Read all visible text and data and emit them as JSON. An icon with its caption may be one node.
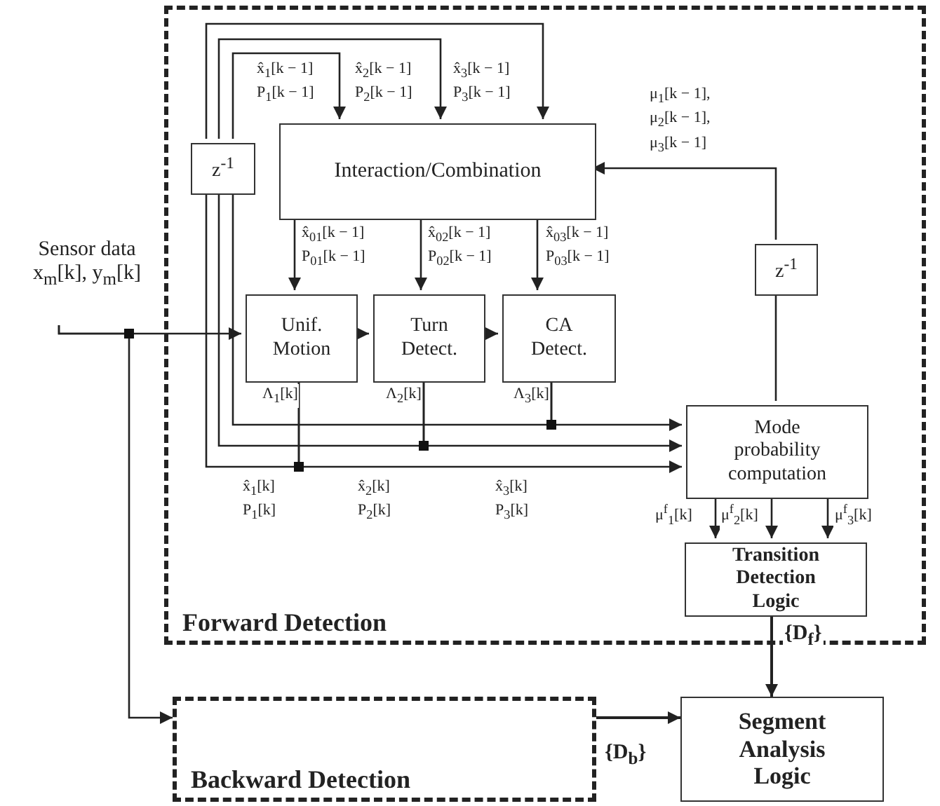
{
  "diagram": {
    "nodes": [
      {
        "text": [
          "Forward Detection"
        ]
      },
      {
        "text": [
          "z$^{-1}$"
        ],
        "in": 0
      },
      {
        "text": [
          "Interaction/Combination"
        ],
        "in": 0
      },
      {
        "text": [
          "Unif. Motion"
        ],
        "in": 0
      },
      {
        "text": [
          "Turn Detect."
        ],
        "in": 0
      },
      {
        "text": [
          "CA Detect."
        ],
        "in": 0
      },
      {
        "text": [
          "z$^{-1}$"
        ],
        "in": 0
      },
      {
        "text": [
          "Mode probability computation"
        ],
        "in": 0
      },
      {
        "text": [
          "Transition Detection Logic"
        ],
        "in": 0
      },
      {
        "text": [
          "Backward Detection"
        ]
      },
      {
        "text": [
          "Segment Analysis Logic"
        ]
      },
      {
        "text": [
          "Sensor data",
          "x$_{m}$[k], y$_{m}$[k]"
        ]
      }
    ],
    "edges": [
      {
        "from": 11,
        "to": 3,
        "arrow": "to"
      },
      {
        "from": 11,
        "to": 9,
        "arrow": "to"
      },
      {
        "from": 1,
        "to": 2,
        "arrow": "to",
        "label": "x̂$_{1}$[k − 1] P$_{1}$[k − 1]"
      },
      {
        "from": 1,
        "to": 2,
        "arrow": "to",
        "label": "x̂$_{2}$[k − 1] P$_{2}$[k − 1]"
      },
      {
        "from": 1,
        "to": 2,
        "arrow": "to",
        "label": "x̂$_{3}$[k − 1] P$_{3}$[k − 1]"
      },
      {
        "from": 2,
        "to": 3,
        "arrow": "to",
        "label": "x̂$_{01}$[k − 1] P$_{01}$[k − 1]"
      },
      {
        "from": 2,
        "to": 4,
        "arrow": "to",
        "label": "x̂$_{02}$[k − 1] P$_{02}$[k − 1]"
      },
      {
        "from": 2,
        "to": 5,
        "arrow": "to",
        "label": "x̂$_{03}$[k − 1] P$_{03}$[k − 1]"
      },
      {
        "from": 3,
        "to": 4,
        "arrow": "to"
      },
      {
        "from": 4,
        "to": 5,
        "arrow": "to"
      },
      {
        "from": 3,
        "to": 7,
        "arrow": "to",
        "label": "Λ$_{1}$[k]"
      },
      {
        "from": 3,
        "to": 1,
        "arrow": "none"
      },
      {
        "from": 4,
        "to": 7,
        "arrow": "to",
        "label": "Λ$_{2}$[k]"
      },
      {
        "from": 4,
        "to": 1,
        "arrow": "none"
      },
      {
        "from": 5,
        "to": 7,
        "arrow": "to",
        "label": "Λ$_{3}$[k]"
      },
      {
        "from": 5,
        "to": 1,
        "arrow": "none"
      },
      {
        "from": 7,
        "to": 6,
        "arrow": "none"
      },
      {
        "from": 6,
        "to": 2,
        "arrow": "to",
        "label": "μ$_{1}$[k − 1], μ$_{2}$[k − 1], μ$_{3}$[k − 1]"
      },
      {
        "from": 7,
        "to": 8,
        "arrow": "to",
        "label": "μ$^{f}$$_{1}$[k]"
      },
      {
        "from": 7,
        "to": 8,
        "arrow": "to",
        "label": "μ$^{f}$$_{2}$[k]"
      },
      {
        "from": 7,
        "to": 8,
        "arrow": "to",
        "label": "μ$^{f}$$_{3}$[k]"
      },
      {
        "from": 8,
        "to": 10,
        "arrow": "to",
        "label": "{D$_{f}$}"
      },
      {
        "from": 9,
        "to": 10,
        "arrow": "to",
        "label": "{D$_{b}$}"
      }
    ],
    "labels": [
      "x̂$_{1}$[k] P$_{1}$[k]",
      "x̂$_{2}$[k] P$_{2}$[k]",
      "x̂$_{3}$[k] P$_{3}$[k]"
    ]
  }
}
